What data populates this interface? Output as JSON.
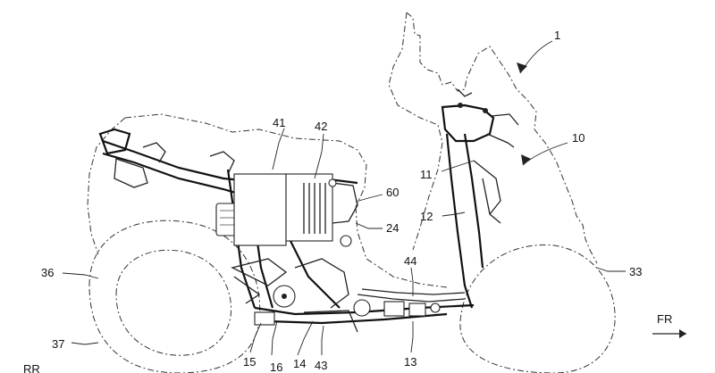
{
  "labels": {
    "n1": "1",
    "n10": "10",
    "n11": "11",
    "n12": "12",
    "n13": "13",
    "n14": "14",
    "n15": "15",
    "n16": "16",
    "n24": "24",
    "n33": "33",
    "n36": "36",
    "n37": "37",
    "n41": "41",
    "n42": "42",
    "n43": "43",
    "n44": "44",
    "n60": "60",
    "fr": "FR",
    "rr": "RR"
  }
}
